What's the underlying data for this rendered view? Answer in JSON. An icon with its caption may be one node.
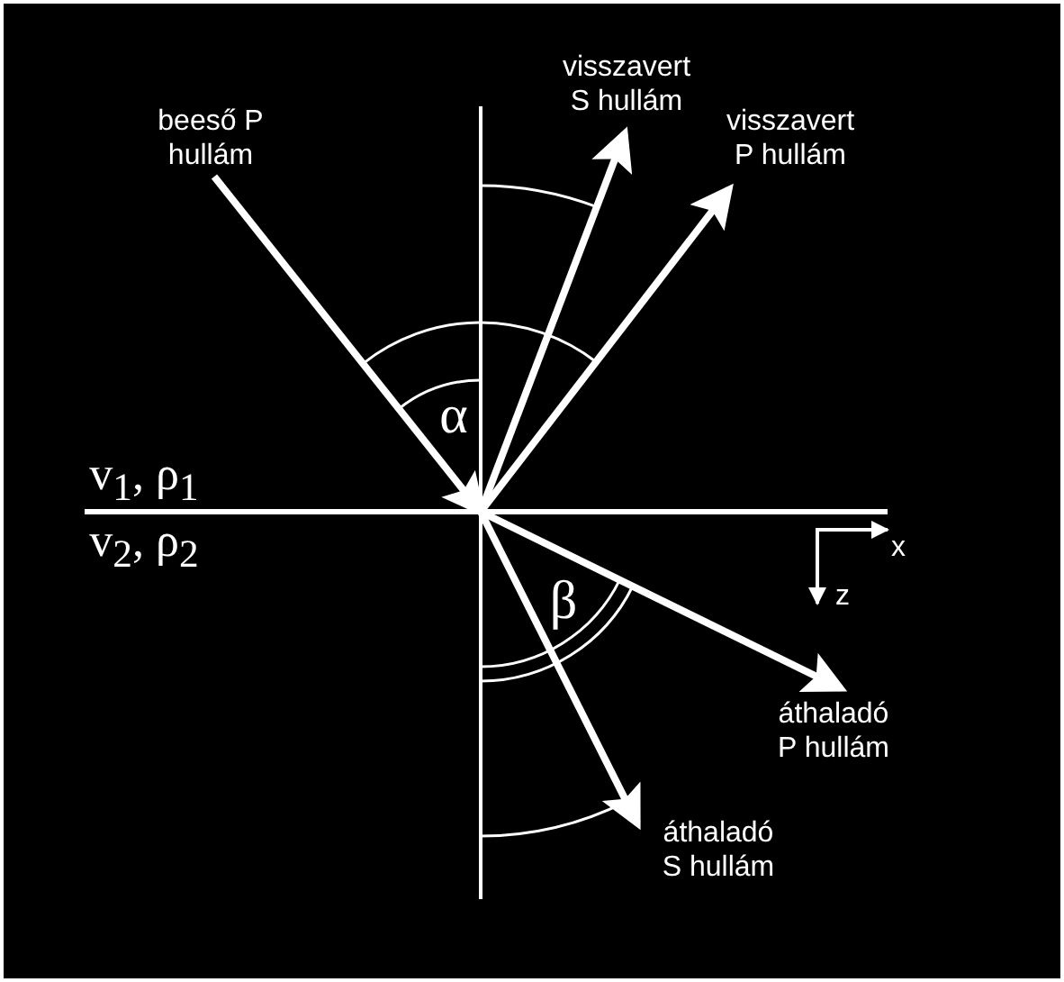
{
  "diagram": {
    "labels": [
      "visszavert S hullám",
      "beeső P hullám",
      "visszavert P hullám",
      "α",
      "v$_{1}$, ρ$_{1}$",
      "x",
      "v$_{2}$, ρ$_{2}$",
      "β",
      "z",
      "áthaladó P hullám",
      "áthaladó S hullám"
    ]
  }
}
